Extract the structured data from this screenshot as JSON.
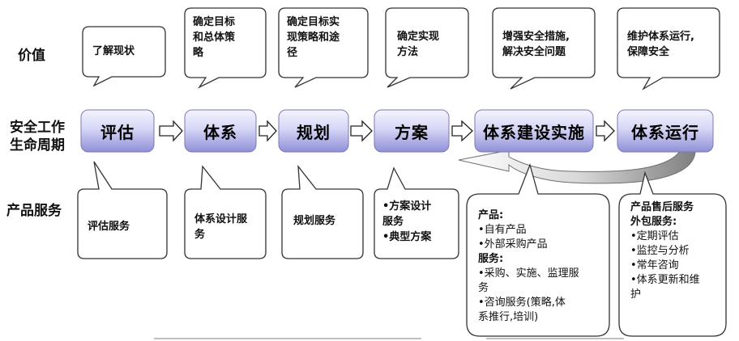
{
  "row_labels": {
    "value": "价值",
    "lifecycle_line1": "安全工作",
    "lifecycle_line2": "生命周期",
    "services": "产品服务"
  },
  "value_bubbles": [
    {
      "lines": [
        "了解现状"
      ]
    },
    {
      "lines": [
        "确定目标",
        "和总体策",
        "略"
      ]
    },
    {
      "lines": [
        "确定目标实",
        "现策略和途",
        "径"
      ]
    },
    {
      "lines": [
        "确定实现",
        "方法"
      ]
    },
    {
      "lines": [
        "增强安全措施,",
        "解决安全问题"
      ]
    },
    {
      "lines": [
        "维护体系运行,",
        "保障安全"
      ]
    }
  ],
  "stages": [
    "评估",
    "体系",
    "规划",
    "方案",
    "体系建设实施",
    "体系运行"
  ],
  "service_bubbles": [
    {
      "lines": [
        "评估服务"
      ]
    },
    {
      "lines": [
        "体系设计服",
        "务"
      ]
    },
    {
      "lines": [
        "规划服务"
      ]
    },
    {
      "lines": [
        "•方案设计",
        "服务",
        "•典型方案"
      ]
    }
  ],
  "implementation_box": {
    "products_title": "产品:",
    "products": [
      "•自有产品",
      "•外部采购产品"
    ],
    "services_title": "服务:",
    "services": [
      "•采购、实施、监理服",
      "务",
      "•咨询服务(策略,体",
      "系推行,培训)"
    ]
  },
  "operation_box": {
    "title_line1": "产品售后服务",
    "title_line2": "外包服务:",
    "items": [
      "•定期评估",
      "•监控与分析",
      "•常年咨询",
      "•体系更新和维",
      "护"
    ]
  },
  "colors": {
    "stage_fill_top": "#f4f4ff",
    "stage_fill_bottom": "#8f8fd8",
    "stage_stroke": "#7a7ab0",
    "bubble_stroke": "#333333",
    "return_arrow": "#9a9a9a"
  }
}
